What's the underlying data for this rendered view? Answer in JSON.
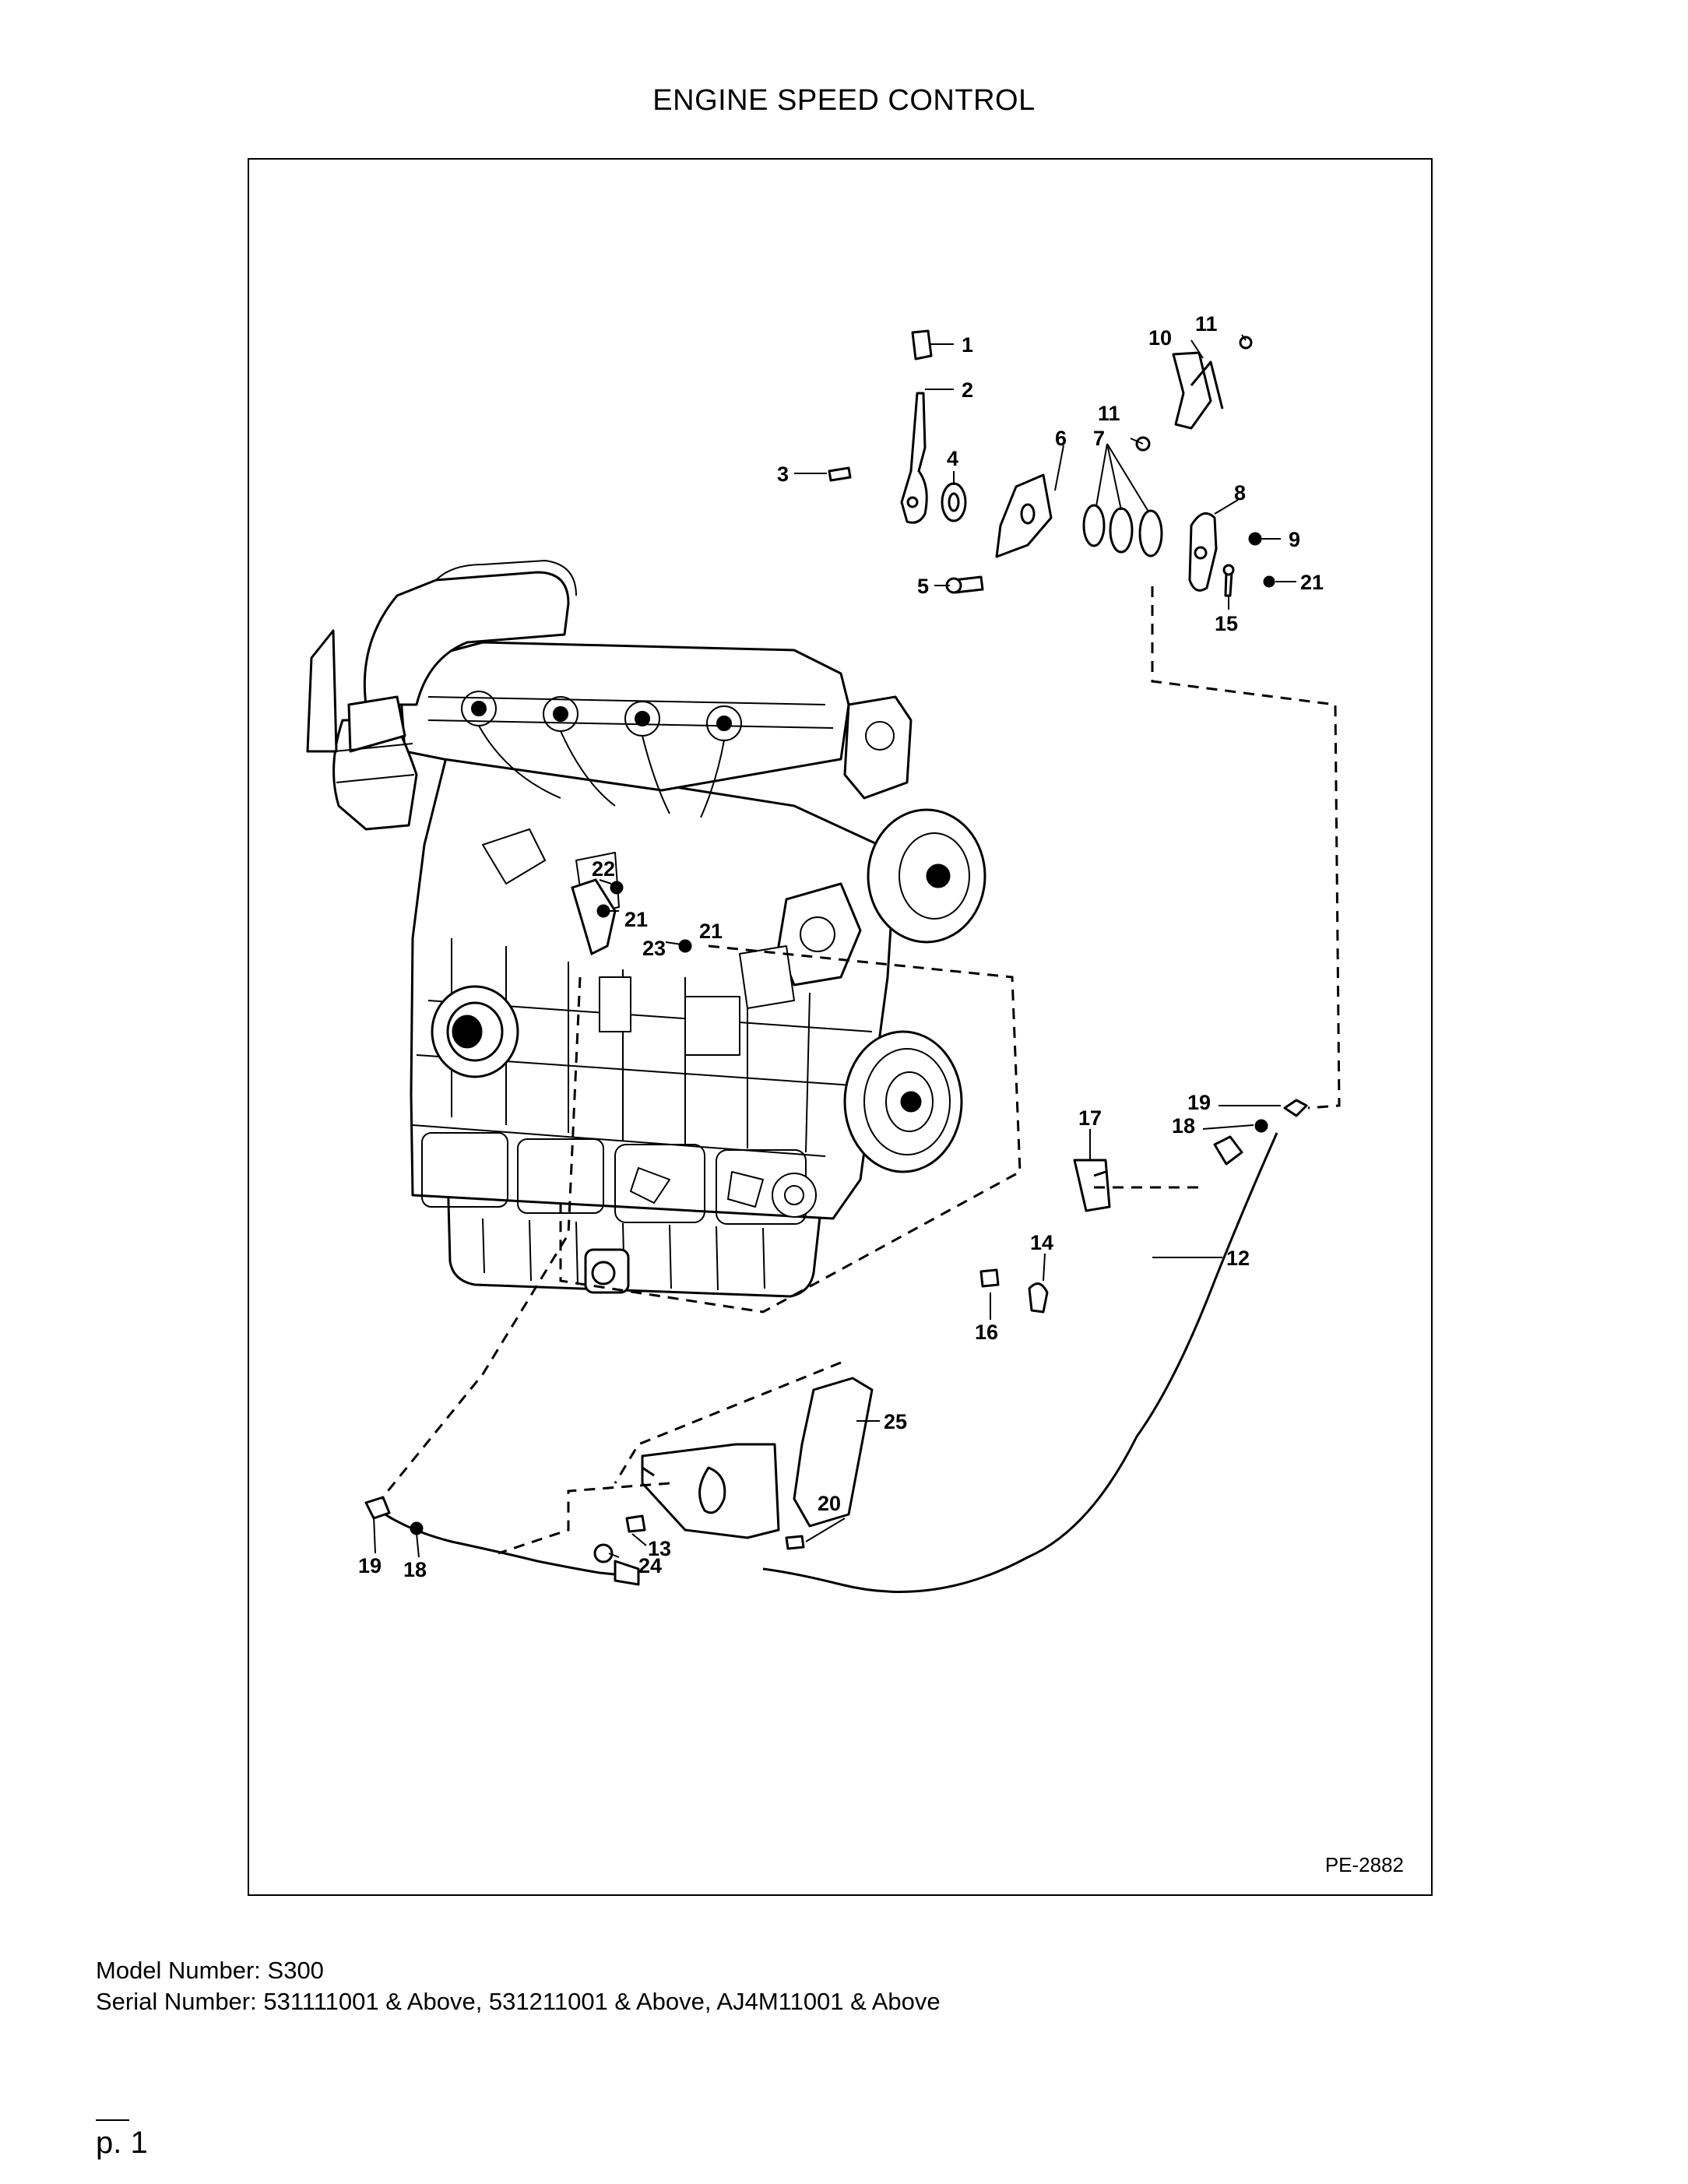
{
  "title": "ENGINE SPEED CONTROL",
  "diagram": {
    "reference": "PE-2882",
    "callouts": [
      {
        "id": "c1",
        "label": "1"
      },
      {
        "id": "c2",
        "label": "2"
      },
      {
        "id": "c3",
        "label": "3"
      },
      {
        "id": "c4",
        "label": "4"
      },
      {
        "id": "c5",
        "label": "5"
      },
      {
        "id": "c6",
        "label": "6"
      },
      {
        "id": "c7",
        "label": "7"
      },
      {
        "id": "c8",
        "label": "8"
      },
      {
        "id": "c9",
        "label": "9"
      },
      {
        "id": "c10",
        "label": "10"
      },
      {
        "id": "c11a",
        "label": "11"
      },
      {
        "id": "c11b",
        "label": "11"
      },
      {
        "id": "c12",
        "label": "12"
      },
      {
        "id": "c13",
        "label": "13"
      },
      {
        "id": "c14",
        "label": "14"
      },
      {
        "id": "c15",
        "label": "15"
      },
      {
        "id": "c16",
        "label": "16"
      },
      {
        "id": "c17",
        "label": "17"
      },
      {
        "id": "c18a",
        "label": "18"
      },
      {
        "id": "c18b",
        "label": "18"
      },
      {
        "id": "c19a",
        "label": "19"
      },
      {
        "id": "c19b",
        "label": "19"
      },
      {
        "id": "c20",
        "label": "20"
      },
      {
        "id": "c21a",
        "label": "21"
      },
      {
        "id": "c21b",
        "label": "21"
      },
      {
        "id": "c21c",
        "label": "21"
      },
      {
        "id": "c22",
        "label": "22"
      },
      {
        "id": "c23",
        "label": "23"
      },
      {
        "id": "c24",
        "label": "24"
      },
      {
        "id": "c25",
        "label": "25"
      }
    ]
  },
  "footer": {
    "model": "Model Number: S300",
    "serial": "Serial Number: 531111001 & Above, 531211001 & Above, AJ4M11001 & Above",
    "page": "p. 1"
  }
}
